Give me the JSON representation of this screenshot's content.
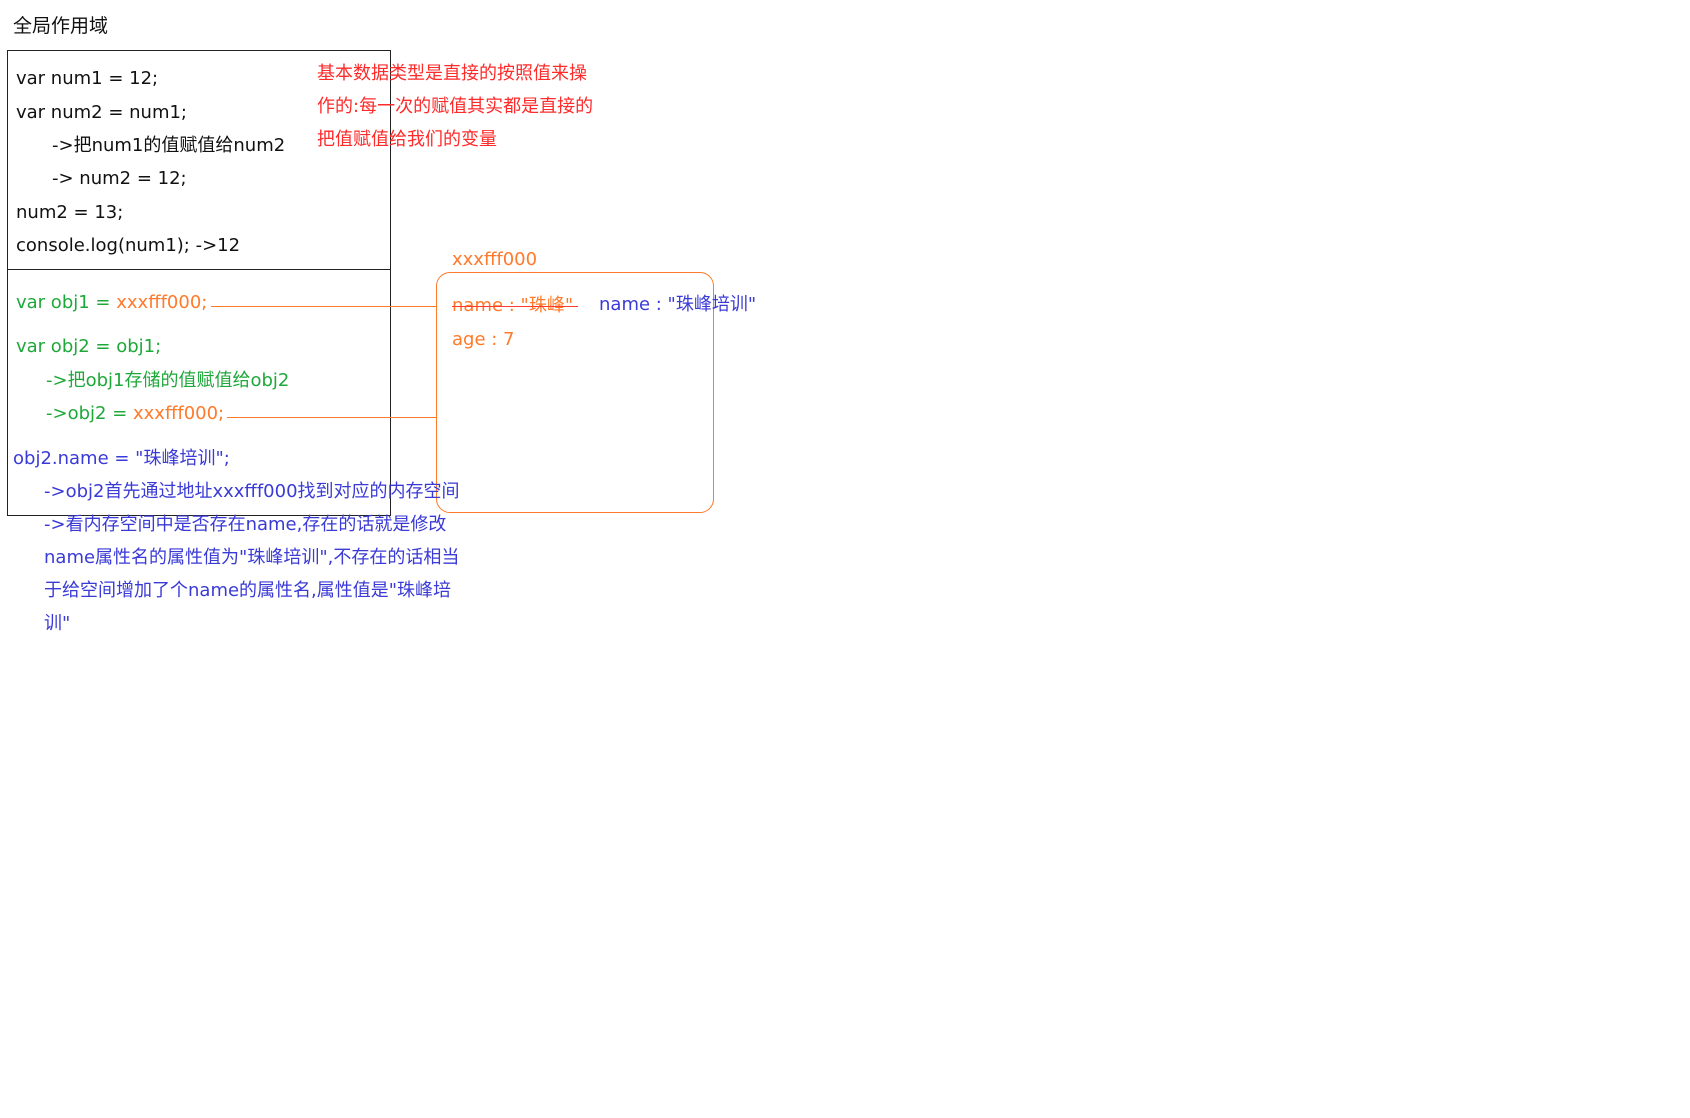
{
  "title": "全局作用域",
  "primitive_code": {
    "line1": "var num1 = 12;",
    "line2": "var num2 = num1;",
    "line3": "->把num1的值赋值给num2",
    "line4": "-> num2 = 12;",
    "line5": "num2 = 13;",
    "line6": "console.log(num1); ->12"
  },
  "primitive_note": {
    "line1": "基本数据类型是直接的按照值来操",
    "line2": "作的:每一次的赋值其实都是直接的",
    "line3": "把值赋值给我们的变量"
  },
  "reference_code": {
    "obj1_prefix": "var obj1 = ",
    "obj1_value": "xxxfff000;",
    "obj2_line": "var obj2 = obj1;",
    "obj2_comment": "->把obj1存储的值赋值给obj2",
    "obj2_assign_prefix": "->obj2 = ",
    "obj2_assign_value": "xxxfff000;"
  },
  "heap": {
    "address": "xxxfff000",
    "old_name": "name : \"珠峰\"",
    "new_name": "name : \"珠峰培训\"",
    "age": "age : 7"
  },
  "modify_note": {
    "code": "obj2.name  = \"珠峰培训\";",
    "line1": "->obj2首先通过地址xxxfff000找到对应的内存空间",
    "line2": "->看内存空间中是否存在name,存在的话就是修改",
    "line3": "name属性名的属性值为\"珠峰培训\",不存在的话相当",
    "line4": "于给空间增加了个name的属性名,属性值是\"珠峰培",
    "line5": "训\""
  },
  "colors": {
    "border": "#222222",
    "note_red": "#ff2a2a",
    "code_green": "#1fa83a",
    "address_orange": "#ff7a2a",
    "note_blue": "#3a3ad6"
  }
}
